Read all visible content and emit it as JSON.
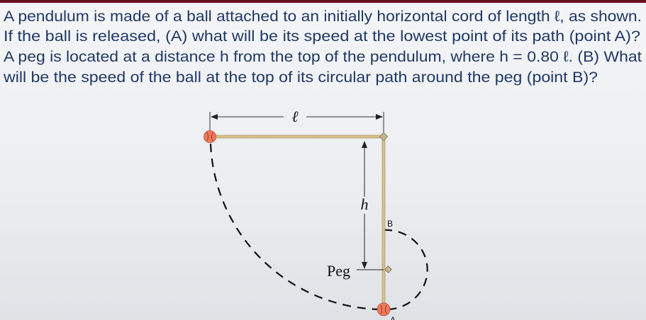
{
  "question": {
    "lines": [
      "A pendulum is made of a ball attached to an initially horizontal cord of length ℓ, as shown.",
      "If the ball is released, (A) what will be its speed at the lowest point of its path (point A)?",
      "A peg is located at a distance h from the top of the pendulum, where h = 0.80 ℓ.  (B) What",
      "will be the speed of the ball at the top of its circular path around the peg (point B)?"
    ]
  },
  "diagram": {
    "length_label": "ℓ",
    "height_label": "h",
    "peg_label": "Peg",
    "point_b_label": "B",
    "point_a_label": "A",
    "colors": {
      "ball": "#f07a5a",
      "cord": "#d9c08a",
      "text": "#1f3864",
      "top_bar": "#6b0f1e"
    }
  }
}
